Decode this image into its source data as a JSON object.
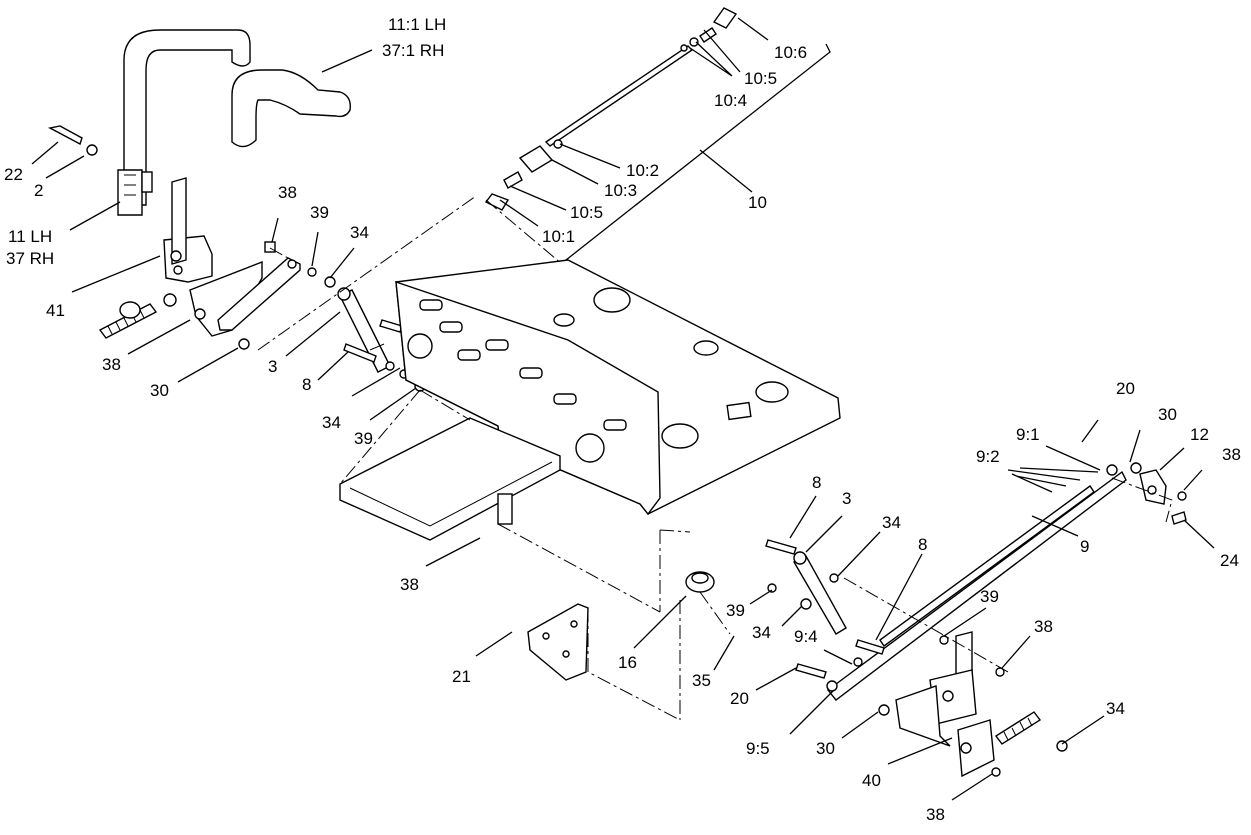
{
  "callouts": {
    "c_11_1_lh": "11:1 LH",
    "c_37_1_rh": "37:1 RH",
    "c_22": "22",
    "c_2": "2",
    "c_11_lh": "11 LH",
    "c_37_rh": "37 RH",
    "c_41": "41",
    "c_38_a": "38",
    "c_39_a": "39",
    "c_34_a": "34",
    "c_38_b": "38",
    "c_30_a": "30",
    "c_3_a": "3",
    "c_8_a": "8",
    "c_34_b": "34",
    "c_39_b": "39",
    "c_10_6": "10:6",
    "c_10_5_a": "10:5",
    "c_10_4": "10:4",
    "c_10_2": "10:2",
    "c_10_3": "10:3",
    "c_10_5_b": "10:5",
    "c_10_1": "10:1",
    "c_10": "10",
    "c_20_a": "20",
    "c_30_b": "30",
    "c_12": "12",
    "c_38_c": "38",
    "c_9_1": "9:1",
    "c_9_2": "9:2",
    "c_9": "9",
    "c_24": "24",
    "c_8_b": "8",
    "c_3_b": "3",
    "c_34_c": "34",
    "c_8_c": "8",
    "c_38_d": "38",
    "c_39_c": "39",
    "c_34_d": "34",
    "c_39_d": "39",
    "c_38_e": "38",
    "c_9_4": "9:4",
    "c_16": "16",
    "c_21": "21",
    "c_35": "35",
    "c_20_b": "20",
    "c_9_5": "9:5",
    "c_30_c": "30",
    "c_34_e": "34",
    "c_40": "40",
    "c_38_f": "38"
  }
}
